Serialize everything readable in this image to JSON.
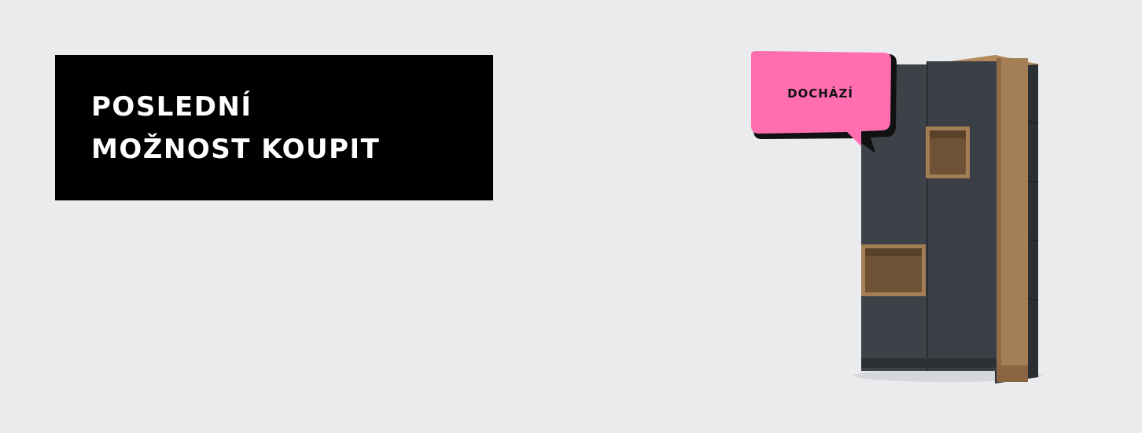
{
  "banner": {
    "line1": "POSLEDNÍ",
    "line2": "MOŽNOST KOUPIT"
  },
  "badge": {
    "label": "DOCHÁZÍ",
    "color": "#ff6eb0"
  },
  "product": {
    "icon": "cabinet-image",
    "body_color": "#3a3e45",
    "wood_color": "#a47e55"
  }
}
